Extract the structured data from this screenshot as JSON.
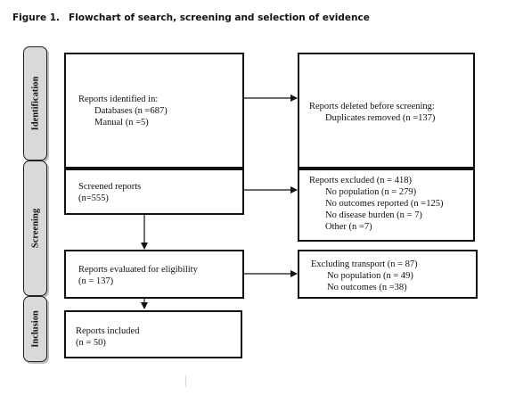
{
  "figure": {
    "number": "Figure 1.",
    "title": "Flowchart of search, screening and selection of evidence"
  },
  "stages": {
    "identification": "Identification",
    "screening": "Screening",
    "inclusion": "Inclusion"
  },
  "boxes": {
    "identified": {
      "heading": "Reports identified in:",
      "databases": "Databases (n =687)",
      "manual": "Manual (n =5)"
    },
    "deleted": {
      "heading": "Reports deleted before screening:",
      "duplicates": "Duplicates removed (n =137)"
    },
    "screened": {
      "line1": "Screened reports",
      "line2": "(n=555)"
    },
    "excluded": {
      "heading": "Reports excluded (n = 418)",
      "items": [
        "No population (n = 279)",
        "No outcomes reported  (n =125)",
        "No disease burden (n = 7)",
        "Other (n =7)"
      ]
    },
    "eligibility": {
      "line1": "Reports evaluated for eligibility",
      "line2": "(n = 137)"
    },
    "transport": {
      "heading": "Excluding transport (n = 87)",
      "items": [
        "No population (n = 49)",
        "No outcomes (n =38)"
      ]
    },
    "included": {
      "line1": "Reports included",
      "line2": "(n = 50)"
    }
  }
}
